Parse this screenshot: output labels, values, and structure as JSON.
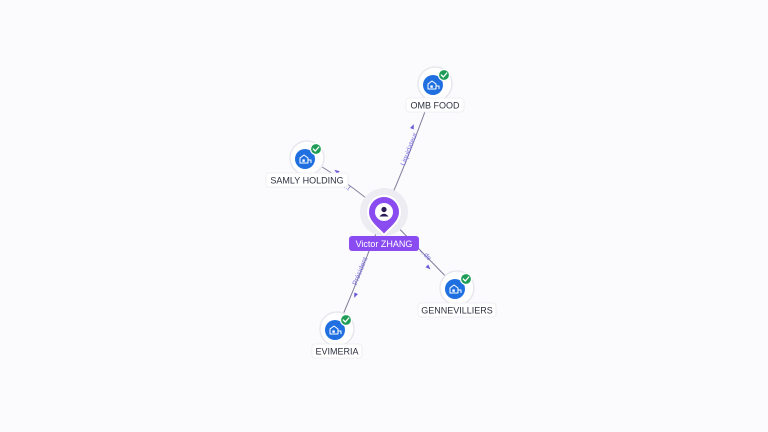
{
  "person": {
    "name": "Victor ZHANG",
    "icon": "person-icon",
    "color": "#8a4cf0"
  },
  "companies": [
    {
      "id": "omb",
      "name": "OMB FOOD",
      "icon": "building-icon",
      "verified": true
    },
    {
      "id": "samly",
      "name": "SAMLY HOLDING",
      "icon": "building-icon",
      "verified": true
    },
    {
      "id": "genne",
      "name": "GENNEVILLIERS",
      "icon": "building-icon",
      "verified": true
    },
    {
      "id": "evimeria",
      "name": "EVIMERIA",
      "icon": "building-icon",
      "verified": true
    }
  ],
  "edges": [
    {
      "to": "omb",
      "label": "Liquidateur"
    },
    {
      "to": "samly",
      "label": "..t"
    },
    {
      "to": "genne",
      "label": "...de"
    },
    {
      "to": "evimeria",
      "label": "Président"
    }
  ],
  "colors": {
    "company": "#1f6fe0",
    "verified": "#1f9d57",
    "edge_label": "#7b6fe0"
  }
}
